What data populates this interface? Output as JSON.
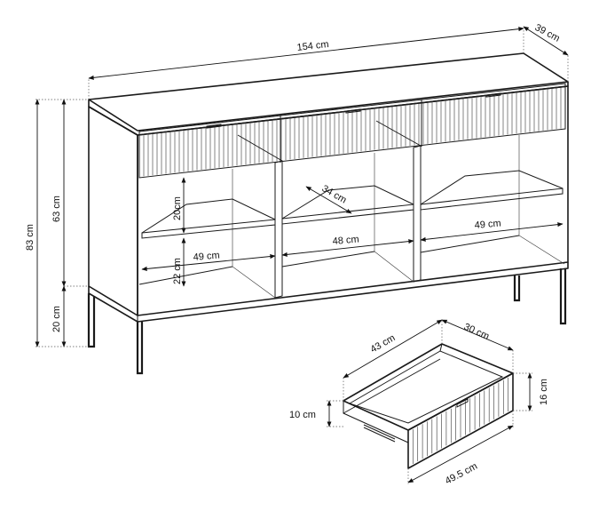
{
  "dimensions": {
    "width": "154 cm",
    "depth": "39 cm",
    "total_height": "83 cm",
    "body_height": "63 cm",
    "leg_height": "20 cm",
    "shelf_gap_upper": "20cm",
    "shelf_gap_lower": "22 cm",
    "shelf_depth": "34 cm",
    "compartment_left": "49 cm",
    "compartment_middle": "48 cm",
    "compartment_right": "49 cm"
  },
  "drawer": {
    "length": "43 cm",
    "depth": "30 cm",
    "front_height": "16 cm",
    "inner_height": "10 cm",
    "front_width": "49.5 cm"
  }
}
